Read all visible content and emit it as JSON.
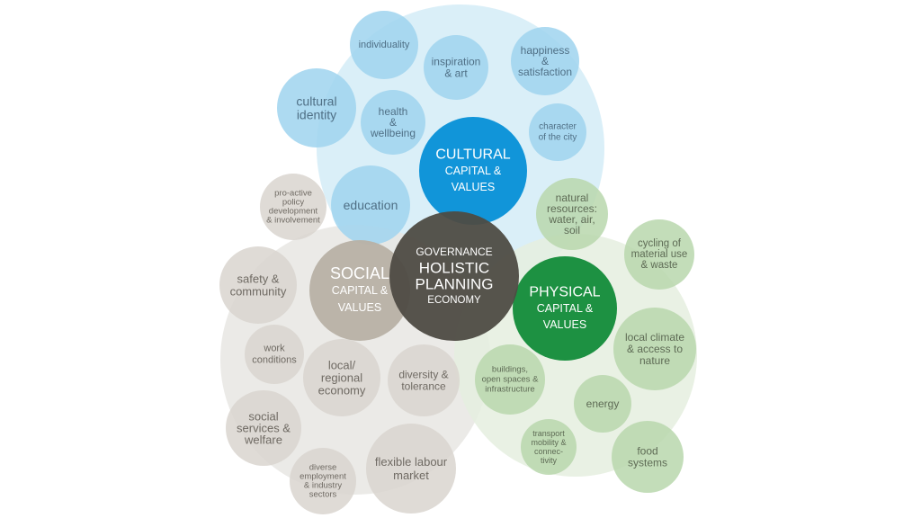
{
  "colors": {
    "cultural_big": "#d4ecf7",
    "cultural_small": "#9fd3ef",
    "cultural_text": "#4f6f85",
    "cultural_core": "#0a92d8",
    "social_big": "#e8e6e3",
    "social_small": "#d9d5cf",
    "social_text": "#6f6a63",
    "social_core": "#b9b2a6",
    "physical_big": "#e5efdf",
    "physical_small": "#b9d7ad",
    "physical_text": "#5e6b55",
    "physical_core": "#168d3c",
    "governance_core": "#4e4b43",
    "core_text": "#ffffff"
  },
  "clusters": [
    {
      "id": "cultural-cluster",
      "name": "cultural-cluster-circle",
      "fill": "cultural_big",
      "opacity": 0.85
    },
    {
      "id": "social-cluster",
      "name": "social-cluster-circle",
      "fill": "social_big",
      "opacity": 0.85
    },
    {
      "id": "physical-cluster",
      "name": "physical-cluster-circle",
      "fill": "physical_big",
      "opacity": 0.85
    }
  ],
  "bubbles": [
    {
      "name": "bubble-individuality",
      "lines": [
        "individuality"
      ],
      "group": "cultural"
    },
    {
      "name": "bubble-inspiration-art",
      "lines": [
        "inspiration",
        "& art"
      ],
      "group": "cultural"
    },
    {
      "name": "bubble-happiness-satisfaction",
      "lines": [
        "happiness",
        "&",
        "satisfaction"
      ],
      "group": "cultural"
    },
    {
      "name": "bubble-cultural-identity",
      "lines": [
        "cultural",
        "identity"
      ],
      "group": "cultural"
    },
    {
      "name": "bubble-health-wellbeing",
      "lines": [
        "health",
        "&",
        "wellbeing"
      ],
      "group": "cultural"
    },
    {
      "name": "bubble-character-of-the-city",
      "lines": [
        "character",
        "of the city"
      ],
      "group": "cultural"
    },
    {
      "name": "bubble-education",
      "lines": [
        "education"
      ],
      "group": "cultural"
    },
    {
      "name": "bubble-pro-active-policy",
      "lines": [
        "pro-active",
        "policy",
        "development",
        "& involvement"
      ],
      "group": "social"
    },
    {
      "name": "bubble-safety-community",
      "lines": [
        "safety &",
        "community"
      ],
      "group": "social"
    },
    {
      "name": "bubble-work-conditions",
      "lines": [
        "work",
        "conditions"
      ],
      "group": "social"
    },
    {
      "name": "bubble-local-regional-economy",
      "lines": [
        "local/",
        "regional",
        "economy"
      ],
      "group": "social"
    },
    {
      "name": "bubble-diversity-tolerance",
      "lines": [
        "diversity &",
        "tolerance"
      ],
      "group": "social"
    },
    {
      "name": "bubble-social-services-welfare",
      "lines": [
        "social",
        "services &",
        "welfare"
      ],
      "group": "social"
    },
    {
      "name": "bubble-diverse-employment",
      "lines": [
        "diverse",
        "employment",
        "& industry",
        "sectors"
      ],
      "group": "social"
    },
    {
      "name": "bubble-flexible-labour-market",
      "lines": [
        "flexible labour",
        "market"
      ],
      "group": "social"
    },
    {
      "name": "bubble-natural-resources",
      "lines": [
        "natural",
        "resources:",
        "water, air,",
        "soil"
      ],
      "group": "physical"
    },
    {
      "name": "bubble-cycling-material-use",
      "lines": [
        "cycling of",
        "material use",
        "& waste"
      ],
      "group": "physical"
    },
    {
      "name": "bubble-local-climate",
      "lines": [
        "local climate",
        "& access to",
        "nature"
      ],
      "group": "physical"
    },
    {
      "name": "bubble-buildings-open-spaces",
      "lines": [
        "buildings,",
        "open spaces &",
        "infrastructure"
      ],
      "group": "physical"
    },
    {
      "name": "bubble-energy",
      "lines": [
        "energy"
      ],
      "group": "physical"
    },
    {
      "name": "bubble-transport-mobility",
      "lines": [
        "transport",
        "mobility &",
        "connec-",
        "tivity"
      ],
      "group": "physical"
    },
    {
      "name": "bubble-food-systems",
      "lines": [
        "food",
        "systems"
      ],
      "group": "physical"
    }
  ],
  "cores": [
    {
      "name": "core-social-capital",
      "lines": [
        "SOCIAL",
        "CAPITAL &",
        "VALUES"
      ],
      "fill": "social_core"
    },
    {
      "name": "core-cultural-capital",
      "lines": [
        "CULTURAL",
        "CAPITAL &",
        "VALUES"
      ],
      "fill": "cultural_core"
    },
    {
      "name": "core-physical-capital",
      "lines": [
        "PHYSICAL",
        "CAPITAL &",
        "VALUES"
      ],
      "fill": "physical_core"
    },
    {
      "name": "core-governance",
      "lines": [
        "GOVERNANCE",
        "HOLISTIC",
        "PLANNING",
        "ECONOMY"
      ],
      "fill": "governance_core"
    }
  ]
}
